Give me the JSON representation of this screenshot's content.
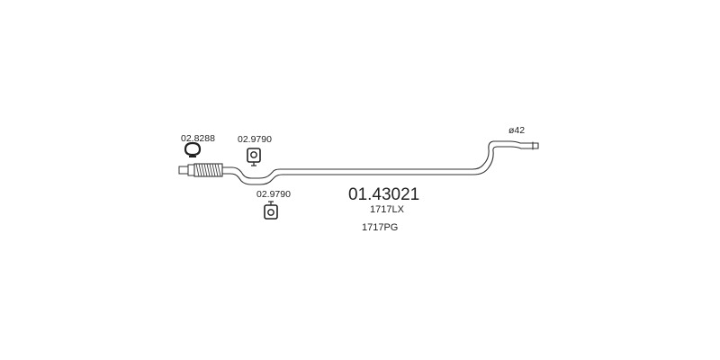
{
  "labels": {
    "clamp_part": "02.8288",
    "hanger_top_part": "02.9790",
    "hanger_bottom_part": "02.9790",
    "main_part": "01.43021",
    "ref_1": "1717LX",
    "ref_2": "1717PG",
    "diameter": "ø42"
  },
  "colors": {
    "line": "#333333",
    "text": "#222222"
  },
  "icons": [
    "clamp-icon",
    "rubber-hanger-icon",
    "flexible-section-icon",
    "exhaust-pipe-icon"
  ]
}
